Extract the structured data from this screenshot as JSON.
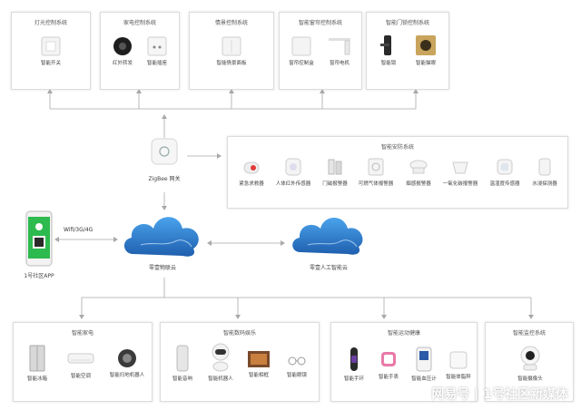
{
  "top_systems": [
    {
      "title": "灯光控制系统",
      "devices": [
        "智能开关"
      ]
    },
    {
      "title": "家电控制系统",
      "devices": [
        "红外转发",
        "智能插座"
      ]
    },
    {
      "title": "情景控制系统",
      "devices": [
        "智能情景面板"
      ]
    },
    {
      "title": "智能窗帘控制系统",
      "devices": [
        "窗帘控制盒",
        "窗帘电机"
      ]
    },
    {
      "title": "智能门锁控制系统",
      "devices": [
        "智能锁",
        "智能猫眼"
      ]
    }
  ],
  "security": {
    "title": "智能安防系统",
    "devices": [
      "紧急求救器",
      "人体红外传感器",
      "门磁报警器",
      "可燃气体报警器",
      "烟感报警器",
      "一氧化碳报警器",
      "温湿度传感器",
      "水浸探测器"
    ]
  },
  "gateway": {
    "label": "ZigBee 网关"
  },
  "app": {
    "label": "1号社区APP"
  },
  "link": {
    "label": "Wifi/3G/4G"
  },
  "cloud_iot": {
    "label": "零壹物联云"
  },
  "cloud_ai": {
    "label": "零壹人工智能云"
  },
  "bottom_systems": [
    {
      "title": "智能家电",
      "devices": [
        "智能冰箱",
        "智能空调",
        "智能扫地机器人"
      ]
    },
    {
      "title": "智能数码娱乐",
      "devices": [
        "智能音响",
        "智能机器人",
        "智能相框",
        "智能眼镜"
      ]
    },
    {
      "title": "智能运动健康",
      "devices": [
        "智能手环",
        "智能手表",
        "智能血压计",
        "智能体脂秤"
      ]
    },
    {
      "title": "智能监控系统",
      "devices": [
        "智能摄像头"
      ]
    }
  ],
  "watermark": {
    "text": "网易号 | 1号社区新媒体"
  },
  "colors": {
    "line": "#a9a9a9",
    "cloud": "#1f6fc4",
    "app_green": "#2dba4e"
  }
}
